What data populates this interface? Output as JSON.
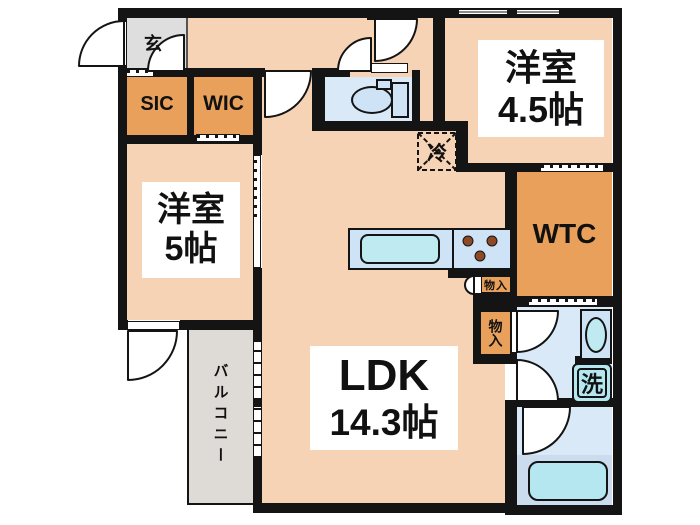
{
  "title": "floor-plan",
  "colors": {
    "wall": "#141414",
    "floor": "#f6d3b4",
    "closet": "#e9a05b",
    "entry": "#dedede",
    "balcony": "#dedad6",
    "wet": "#d9e9f8",
    "fixture": "#b5e7f0",
    "counter": "#cfe3f6",
    "sink": "#bfeaf2",
    "bathband": "#cbdcee",
    "burner": "#8d4a26"
  },
  "labels": {
    "entrance": "玄",
    "sic": "SIC",
    "wic": "WIC",
    "bedroom5_name": "洋室",
    "bedroom5_size": "5帖",
    "bedroom45_name": "洋室",
    "bedroom45_size": "4.5帖",
    "ldk_name": "LDK",
    "ldk_size": "14.3帖",
    "wtc": "WTC",
    "balcony": "バルコニー",
    "refrigerator": "冷",
    "laundry": "洗",
    "storage_upper": "物入",
    "storage_lower": "物入"
  }
}
